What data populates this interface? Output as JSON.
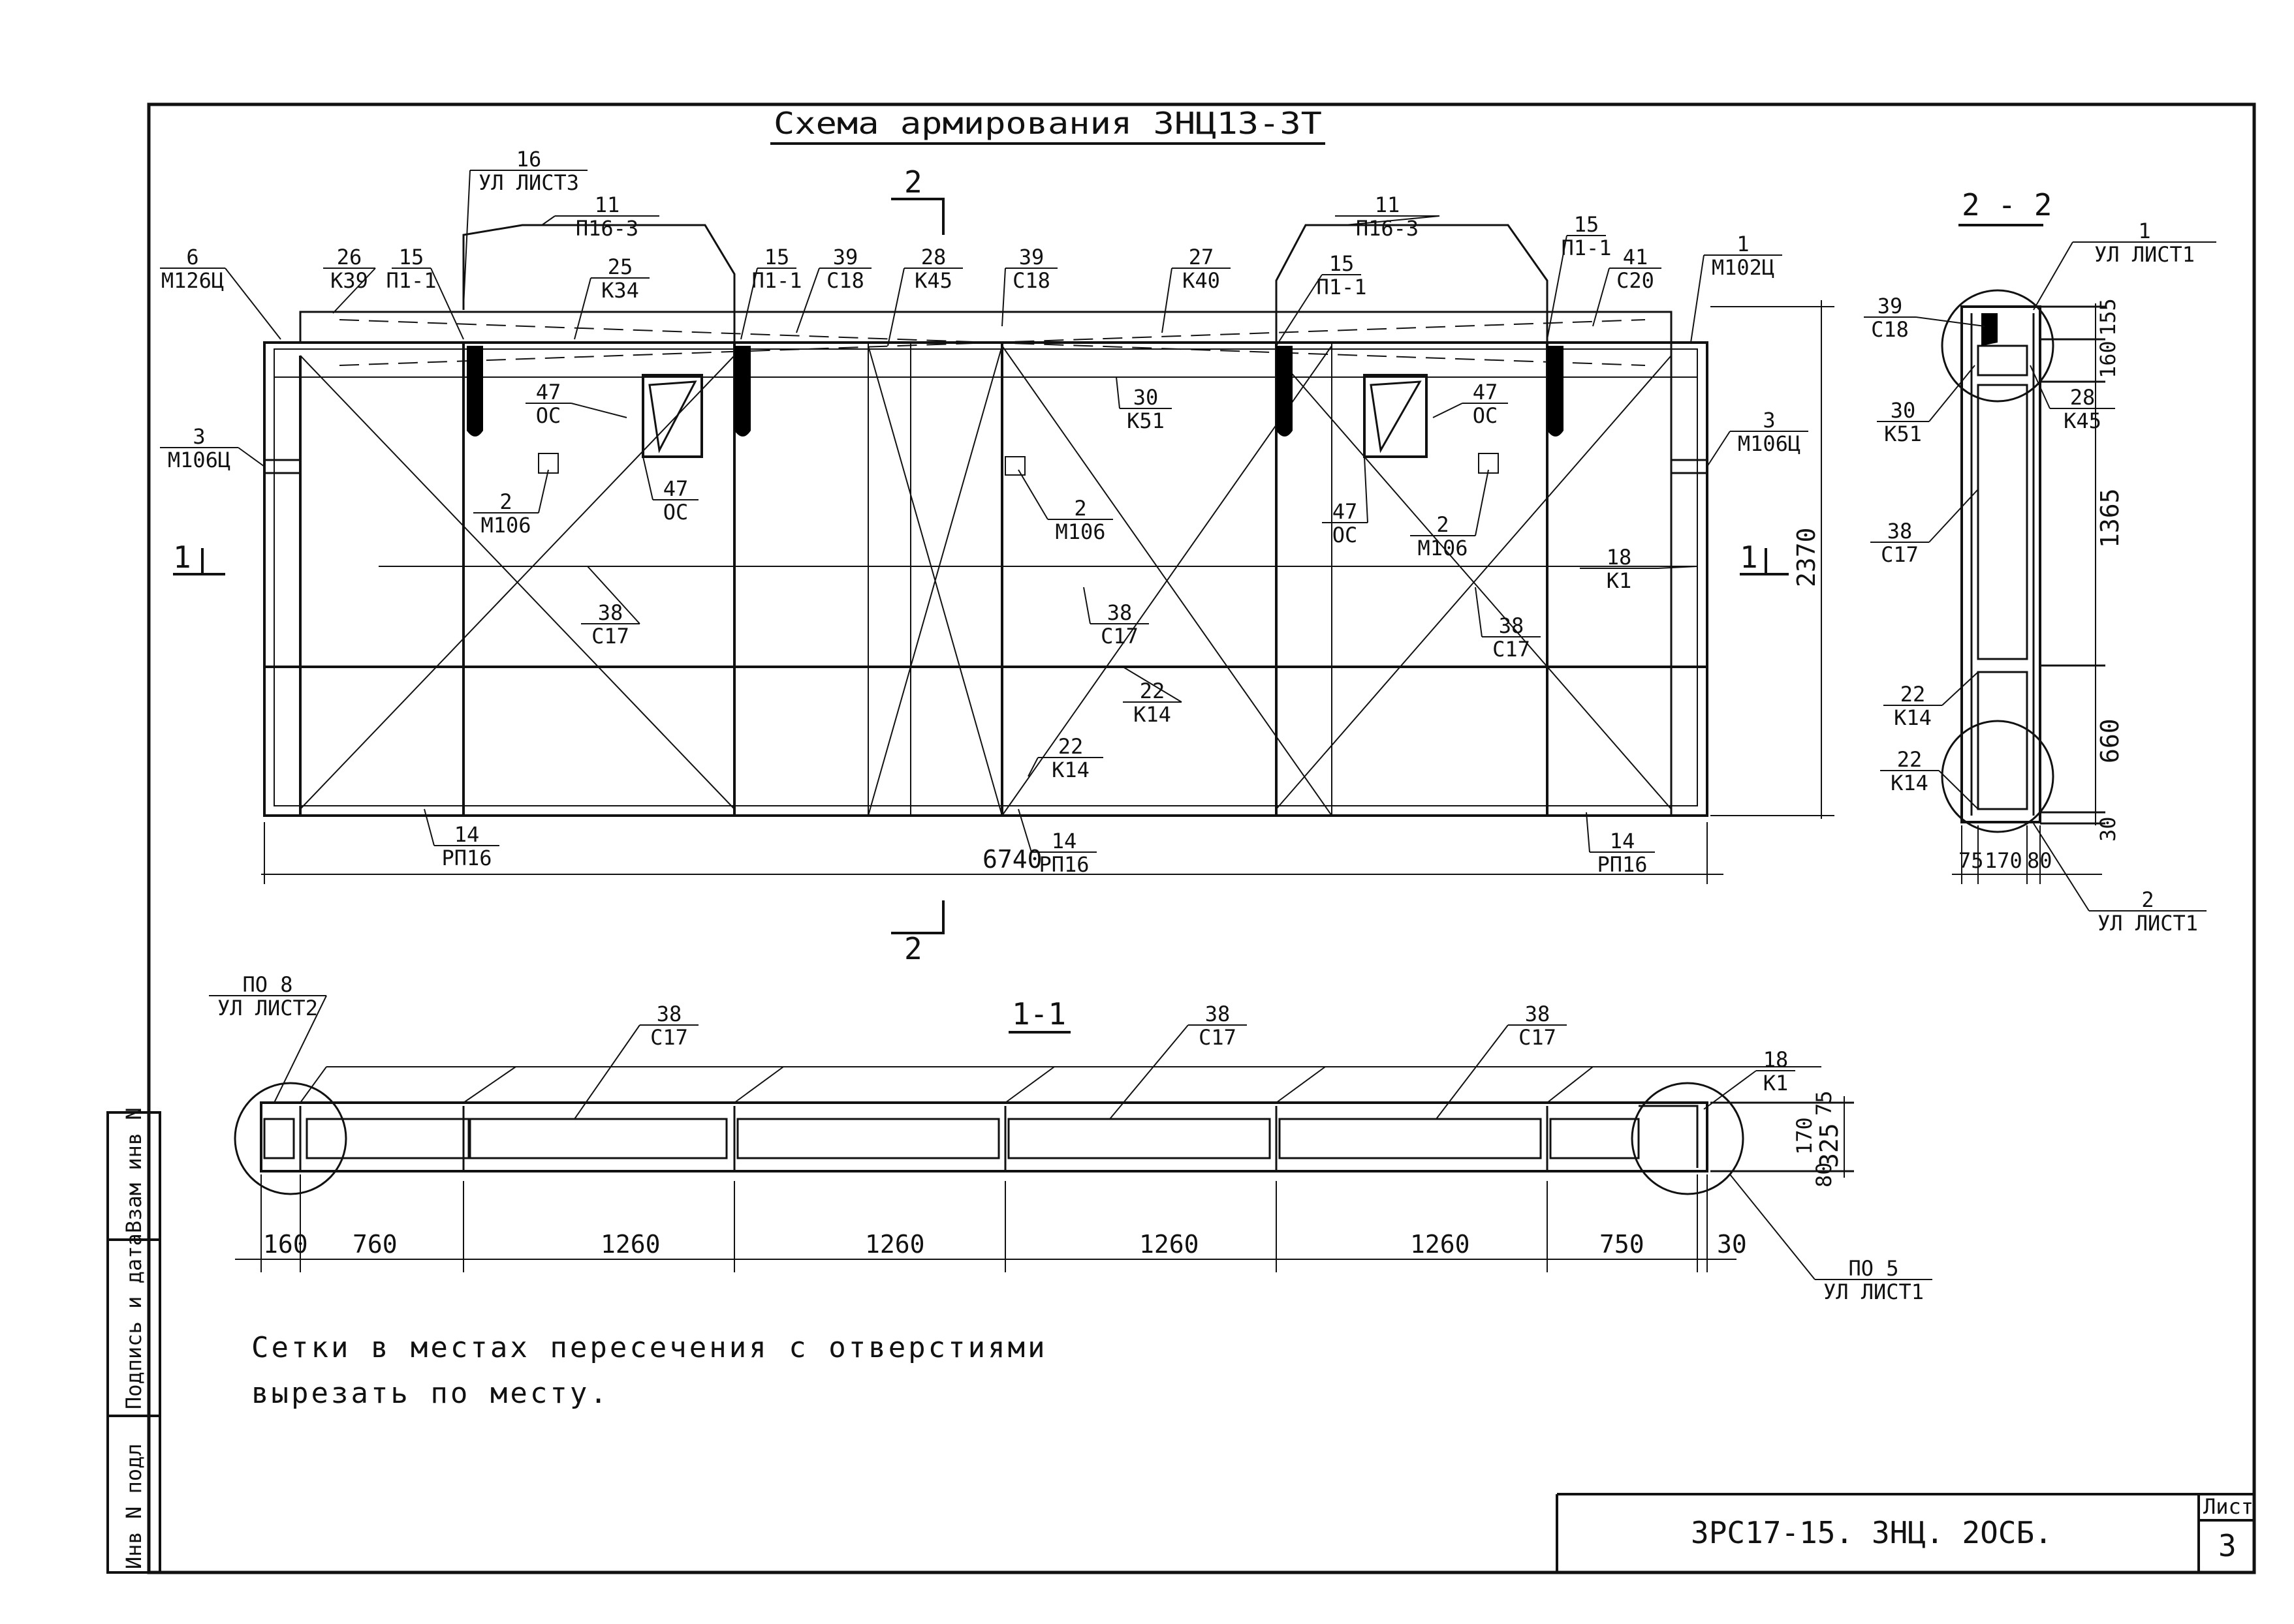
{
  "title": "Схема армирования ЗНЦ13-3Т",
  "section_2_2_title": "2 - 2",
  "section_1_1_title": "1-1",
  "cut_mark_2": "2",
  "cut_mark_1": "1",
  "elevation_labels": [
    {
      "num": "16",
      "code": "УЛ ЛИСТ3"
    },
    {
      "num": "11",
      "code": "П16-3"
    },
    {
      "num": "11",
      "code": "П16-3"
    },
    {
      "num": "6",
      "code": "М126Ц"
    },
    {
      "num": "26",
      "code": "К39"
    },
    {
      "num": "15",
      "code": "П1-1"
    },
    {
      "num": "25",
      "code": "К34"
    },
    {
      "num": "15",
      "code": "П1-1"
    },
    {
      "num": "39",
      "code": "С18"
    },
    {
      "num": "28",
      "code": "К45"
    },
    {
      "num": "39",
      "code": "С18"
    },
    {
      "num": "27",
      "code": "К40"
    },
    {
      "num": "15",
      "code": "П1-1"
    },
    {
      "num": "15",
      "code": "П1-1"
    },
    {
      "num": "41",
      "code": "С20"
    },
    {
      "num": "1",
      "code": "М102Ц"
    },
    {
      "num": "3",
      "code": "М106Ц"
    },
    {
      "num": "3",
      "code": "М106Ц"
    },
    {
      "num": "47",
      "code": "ОС"
    },
    {
      "num": "47",
      "code": "ОС"
    },
    {
      "num": "47",
      "code": "ОС"
    },
    {
      "num": "47",
      "code": "ОС"
    },
    {
      "num": "30",
      "code": "К51"
    },
    {
      "num": "2",
      "code": "М106"
    },
    {
      "num": "2",
      "code": "М106"
    },
    {
      "num": "2",
      "code": "М106"
    },
    {
      "num": "18",
      "code": "К1"
    },
    {
      "num": "38",
      "code": "С17"
    },
    {
      "num": "38",
      "code": "С17"
    },
    {
      "num": "38",
      "code": "С17"
    },
    {
      "num": "22",
      "code": "К14"
    },
    {
      "num": "22",
      "code": "К14"
    },
    {
      "num": "14",
      "code": "РП16"
    },
    {
      "num": "14",
      "code": "РП16"
    },
    {
      "num": "14",
      "code": "РП16"
    }
  ],
  "elevation_dims": {
    "length": "6740",
    "height": "2370"
  },
  "section_2_2_labels": [
    {
      "num": "1",
      "code": "УЛ ЛИСТ1"
    },
    {
      "num": "39",
      "code": "С18"
    },
    {
      "num": "30",
      "code": "К51"
    },
    {
      "num": "28",
      "code": "К45"
    },
    {
      "num": "38",
      "code": "С17"
    },
    {
      "num": "22",
      "code": "К14"
    },
    {
      "num": "22",
      "code": "К14"
    },
    {
      "num": "2",
      "code": "УЛ ЛИСТ1"
    }
  ],
  "section_2_2_dims": {
    "v": [
      "155",
      "160",
      "1365",
      "660",
      "30"
    ],
    "h": [
      "75",
      "170",
      "80"
    ]
  },
  "plan_labels": [
    {
      "num": "ПО 8",
      "code": "УЛ ЛИСТ2"
    },
    {
      "num": "38",
      "code": "С17"
    },
    {
      "num": "38",
      "code": "С17"
    },
    {
      "num": "38",
      "code": "С17"
    },
    {
      "num": "18",
      "code": "К1"
    },
    {
      "num": "ПО 5",
      "code": "УЛ ЛИСТ1"
    }
  ],
  "plan_dims": {
    "bottom": [
      "160",
      "760",
      "1260",
      "1260",
      "1260",
      "1260",
      "750",
      "30"
    ],
    "right": [
      "75",
      "170",
      "80",
      "325"
    ]
  },
  "notes": [
    "Сетки в местах пересечения с отверстиями",
    "вырезать по месту."
  ],
  "side_stamp": [
    "Инв N подл",
    "Подпись и дата",
    "Взам инв N"
  ],
  "title_block": {
    "code": "ЗРС17-15. ЗНЦ. 2ОСБ.",
    "sheet_label": "Лист",
    "sheet_num": "3"
  }
}
